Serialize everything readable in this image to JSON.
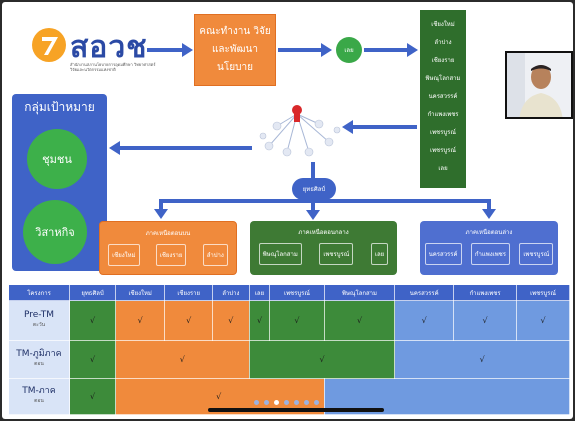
{
  "logo": {
    "name": "สอวช",
    "subtitle": "สำนักงานสภานโยบายการอุดมศึกษา วิทยาศาสตร์ วิจัยและนวัตกรรมแห่งชาติ",
    "icon": "logo-mark-icon"
  },
  "working_group": {
    "label": "คณะทำงาน วิจัยและพัฒนา นโยบาย"
  },
  "center_node": {
    "label": "เลย"
  },
  "province_list": {
    "items": [
      "เชียงใหม่",
      "ลำปาง",
      "เชียงราย",
      "พิษณุโลกสาม",
      "นครสวรรค์",
      "กำแพงเพชร",
      "เพชรบูรณ์",
      "เพชรบูรณ์",
      "เลย"
    ]
  },
  "target_groups": {
    "title": "กลุ่มเป้าหมาย",
    "community": "ชุมชน",
    "enterprise": "วิสาหกิจ"
  },
  "hub_node": {
    "label": "ยุทธศิลป์"
  },
  "regions": {
    "north": {
      "title": "ภาคเหนือตอนบน",
      "items": [
        "เชียงใหม่",
        "เชียงราย",
        "ลำปาง"
      ]
    },
    "central": {
      "title": "ภาคเหนือตอนกลาง",
      "items": [
        "พิษณุโลกสาม",
        "เพชรบูรณ์",
        "เลย"
      ]
    },
    "lower": {
      "title": "ภาคเหนือตอนล่าง",
      "items": [
        "นครสวรรค์",
        "กำแพงเพชร",
        "เพชรบูรณ์"
      ]
    }
  },
  "table": {
    "corner": "โครงการ",
    "headers": [
      "ยุทธศิลป์",
      "เชียงใหม่",
      "เชียงราย",
      "ลำปาง",
      "เลย",
      "เพชรบูรณ์",
      "พิษณุโลกสาม",
      "นครสวรรค์",
      "กำแพงเพชร",
      "เพชรบูรณ์"
    ],
    "rows": [
      {
        "label": "Pre-TM",
        "sub": "ตะวัน",
        "ticks": [
          "√",
          "√",
          "√",
          "√",
          "√",
          "√",
          "√",
          "√",
          "√",
          "√"
        ]
      },
      {
        "label": "TM-ภูมิภาค",
        "sub": "ตอน",
        "tick_group1": "√",
        "tick_group2": "√",
        "tick_group3": "√",
        "tick_group4": "√"
      },
      {
        "label": "TM-ภาค",
        "sub": "ตอน",
        "tick_group1": "√",
        "tick_group2": "√"
      }
    ]
  },
  "pager": {
    "dots": 7,
    "active": 2
  }
}
